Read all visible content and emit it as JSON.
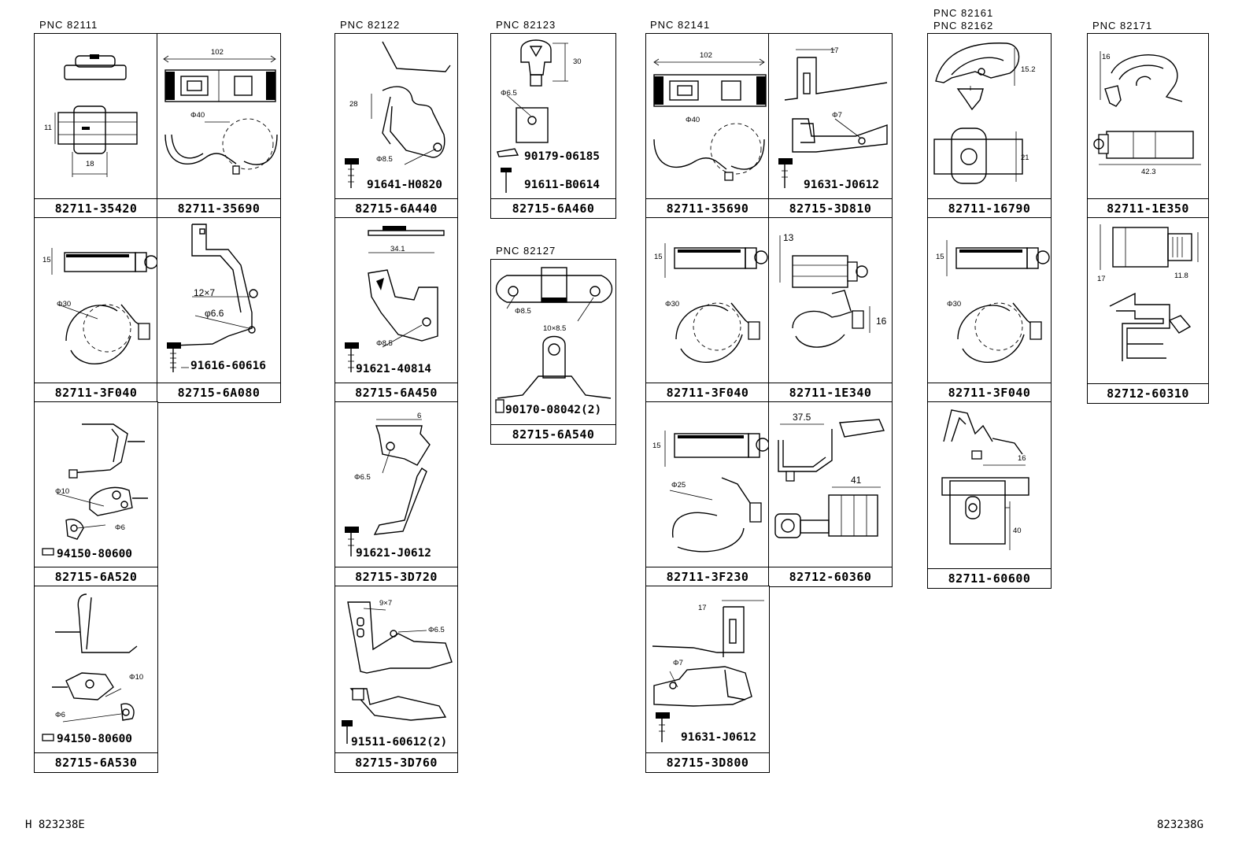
{
  "pnc_labels": {
    "c1": "PNC 82111",
    "c2": "PNC 82122",
    "c3": "PNC 82123",
    "c3b": "PNC 82127",
    "c4": "PNC 82141",
    "c5a": "PNC 82161",
    "c5b": "PNC 82162",
    "c6": "PNC 82171"
  },
  "cells": {
    "a1": {
      "part": "82711-35420",
      "dims": [
        "11",
        "18"
      ]
    },
    "a2": {
      "part": "82711-35690",
      "dims": [
        "102",
        "Φ40"
      ]
    },
    "a3": {
      "part": "82711-3F040",
      "dims": [
        "15",
        "Φ30"
      ]
    },
    "a4": {
      "part": "82715-6A080",
      "dims": [
        "12×7",
        "φ6.6"
      ],
      "sub": "91616-60616"
    },
    "a5": {
      "part": "82715-6A520",
      "dims": [
        "Φ10",
        "Φ6"
      ],
      "sub": "94150-80600"
    },
    "a6": {
      "part": "82715-6A530",
      "dims": [
        "Φ10",
        "Φ6"
      ],
      "sub": "94150-80600"
    },
    "b1": {
      "part": "82715-6A440",
      "dims": [
        "28",
        "Φ8.5"
      ],
      "sub": "91641-H0820"
    },
    "b2": {
      "part": "82715-6A450",
      "dims": [
        "34.1",
        "Φ8.5"
      ],
      "sub": "91621-40814"
    },
    "b3": {
      "part": "82715-3D720",
      "dims": [
        "6",
        "Φ6.5"
      ],
      "sub": "91621-J0612"
    },
    "b4": {
      "part": "82715-3D760",
      "dims": [
        "9×7",
        "Φ6.5"
      ],
      "sub": "91511-60612(2)"
    },
    "c1": {
      "part": "82715-6A460",
      "dims": [
        "30",
        "Φ6.5"
      ],
      "sub1": "90179-06185",
      "sub2": "91611-B0614"
    },
    "c2": {
      "part": "82715-6A540",
      "dims": [
        "Φ8.5",
        "10×8.5"
      ],
      "sub": "90170-08042(2)"
    },
    "d1": {
      "part": "82711-35690",
      "dims": [
        "102",
        "Φ40"
      ]
    },
    "d2": {
      "part": "82715-3D810",
      "dims": [
        "17",
        "Φ7"
      ],
      "sub": "91631-J0612"
    },
    "d3": {
      "part": "82711-3F040",
      "dims": [
        "15",
        "Φ30"
      ]
    },
    "d4": {
      "part": "82711-1E340",
      "dims": [
        "13",
        "16"
      ]
    },
    "d5": {
      "part": "82711-3F230",
      "dims": [
        "15",
        "Φ25"
      ]
    },
    "d6": {
      "part": "82712-60360",
      "dims": [
        "37.5",
        "41"
      ]
    },
    "d7": {
      "part": "82715-3D800",
      "dims": [
        "17",
        "Φ7"
      ],
      "sub": "91631-J0612"
    },
    "e1": {
      "part": "82711-16790",
      "dims": [
        "15.2",
        "21"
      ]
    },
    "e2": {
      "part": "82711-3F040",
      "dims": [
        "15",
        "Φ30"
      ]
    },
    "e3": {
      "part": "82711-60600",
      "dims": [
        "16",
        "40"
      ]
    },
    "f1": {
      "part": "82711-1E350",
      "dims": [
        "16",
        "42.3"
      ]
    },
    "f2": {
      "part": "82712-60310",
      "dims": [
        "17",
        "11.8"
      ]
    }
  },
  "footer": {
    "left": "H 823238E",
    "right": "823238G"
  }
}
